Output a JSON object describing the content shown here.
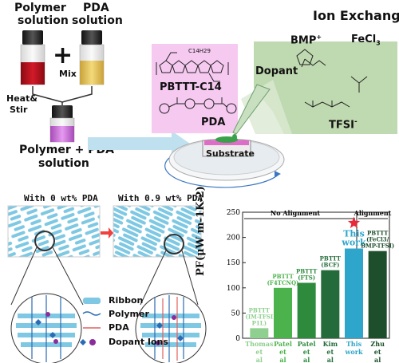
{
  "top": {
    "polymer_label_1": "Polymer",
    "polymer_label_2": "solution",
    "pda_label_1": "PDA",
    "pda_label_2": "solution",
    "plus": "+",
    "mix": "Mix",
    "heat_stir_1": "Heat&",
    "heat_stir_2": "Stir",
    "mixture_label_1": "Polymer + PDA",
    "mixture_label_2": "solution",
    "pbttt_label": "PBTTT-C14",
    "pda_struct_label": "PDA",
    "side_chain": "C14H29",
    "dopant_label": "Dopant",
    "substrate_label": "Substrate",
    "ion_exchange_title": "Ion Exchange",
    "bmp_label": "BMP",
    "bmp_sup": "+",
    "fecl3_label": "FeCl",
    "fecl3_sub": "3",
    "tfsi_label": "TFSI",
    "tfsi_sup": "-",
    "colors": {
      "polymer": "#c0121f",
      "pda": "#e8c55a",
      "mixture": "#c86bd6",
      "pink_panel": "#f6c9f1",
      "green_panel": "#bfd9b0",
      "arrow": "#bfe0ee"
    }
  },
  "bottom_left": {
    "label_0": "With 0 wt% PDA",
    "label_09": "With 0.9 wt% PDA",
    "legend": [
      "Ribbon",
      "Polymer",
      "PDA",
      "Dopant Ions"
    ],
    "colors": {
      "ribbon": "#7ec8e3",
      "polymer": "#2a6bb5",
      "pda": "#e06060",
      "dopant_diamond": "#2a6bb5",
      "dopant_circle": "#8a2d9a",
      "arrow": "#f04040"
    }
  },
  "chart_data": {
    "type": "bar",
    "ylabel": "PF(μW m-1K-2)",
    "ylim": [
      0,
      250
    ],
    "yticks": [
      0,
      50,
      100,
      150,
      200,
      250
    ],
    "regions": [
      "No Alignment",
      "Alignment"
    ],
    "categories": [
      "Thomas et al",
      "Patel et al",
      "Patel et al",
      "Kim et al",
      "This work",
      "Zhu et al"
    ],
    "values": [
      20,
      100,
      110,
      135,
      178,
      173
    ],
    "bar_labels": [
      "PBTTT (IM-TFSI P1L)",
      "PBTTT (F4TCNQ)",
      "PBTTT (FTS)",
      "PBTTT (BCF)",
      "This work",
      "PBTTT (FeCl3/ BMP-TFSI)"
    ],
    "colors": [
      "#8fcf8f",
      "#4cb34c",
      "#2e8b3e",
      "#236b3a",
      "#2ea6cc",
      "#1e4f2c"
    ],
    "star_color": "#e8293a"
  }
}
